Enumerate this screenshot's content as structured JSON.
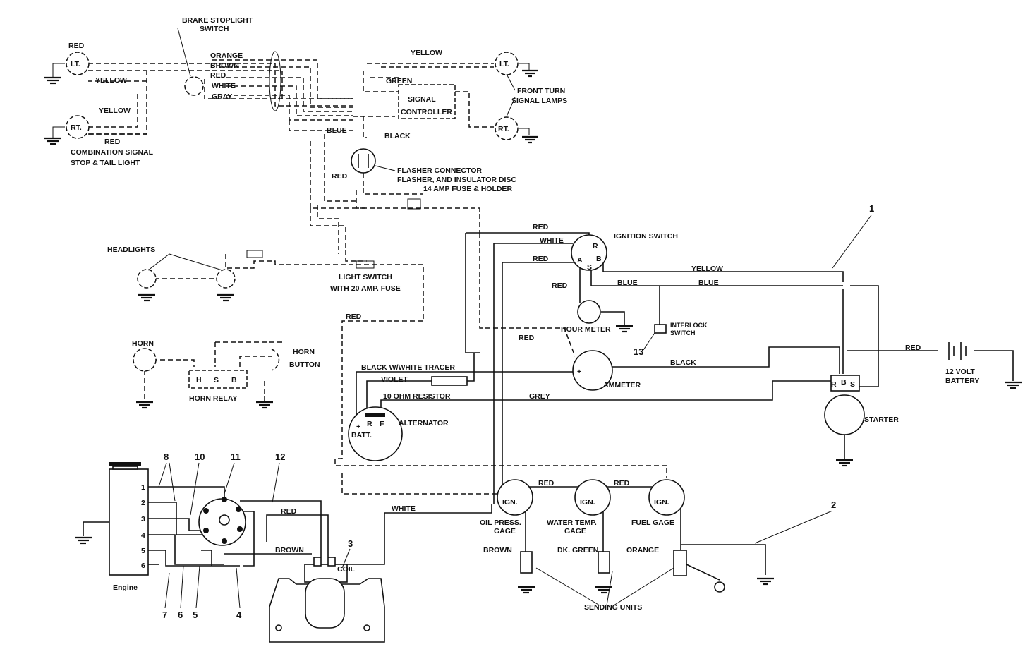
{
  "labels": {
    "brake_switch": "BRAKE STOPLIGHT",
    "brake_switch_2": "SWITCH",
    "red_lt": "RED",
    "lt_left": "LT.",
    "yellow_left_1": "YELLOW",
    "rt_left": "RT.",
    "yellow_left_2": "YELLOW",
    "red_rt": "RED",
    "combo_1": "COMBINATION SIGNAL",
    "combo_2": "STOP & TAIL LIGHT",
    "orange": "ORANGE",
    "brown": "BROWN",
    "red_bundle": "RED",
    "white_bundle": "WHITE",
    "gray_bundle": "GRAY",
    "yellow_top": "YELLOW",
    "green": "GREEN",
    "signal_1": "SIGNAL",
    "signal_2": "CONTROLLER",
    "blue_flasher": "BLUE",
    "black_flasher": "BLACK",
    "lt_right": "LT.",
    "rt_right": "RT.",
    "front_turn_1": "FRONT TURN",
    "front_turn_2": "SIGNAL LAMPS",
    "flasher_1": "FLASHER CONNECTOR",
    "flasher_2": "FLASHER, AND INSULATOR DISC",
    "fuse": "14 AMP FUSE & HOLDER",
    "red_flasher": "RED",
    "headlights": "HEADLIGHTS",
    "light_switch_1": "LIGHT SWITCH",
    "light_switch_2": "WITH 20 AMP. FUSE",
    "red_ls": "RED",
    "horn": "HORN",
    "horn_button_1": "HORN",
    "horn_button_2": "BUTTON",
    "relay_h": "H",
    "relay_s": "S",
    "relay_b": "B",
    "horn_relay": "HORN RELAY",
    "red_ign_top": "RED",
    "white_ign": "WHITE",
    "red_ign_a": "RED",
    "ign_switch": "IGNITION SWITCH",
    "ign_r": "R",
    "ign_a": "A",
    "ign_b": "B",
    "ign_s": "S",
    "yellow_ign": "YELLOW",
    "red_hour": "RED",
    "blue_1": "BLUE",
    "blue_2": "BLUE",
    "hour_meter": "HOUR METER",
    "interlock_1": "INTERLOCK",
    "interlock_2": "SWITCH",
    "red_amm": "RED",
    "black_amm": "BLACK",
    "ammeter": "AMMETER",
    "red_batt": "RED",
    "battery_1": "12 VOLT",
    "battery_2": "BATTERY",
    "black_white": "BLACK W/WHITE TRACER",
    "violet": "VIOLET",
    "resistor": "10 OHM RESISTOR",
    "grey": "GREY",
    "alt_r": "R",
    "alt_f": "F",
    "alt_batt": "BATT.",
    "alternator": "ALTERNATOR",
    "starter_r": "R",
    "starter_b": "B",
    "starter_s": "S",
    "starter": "STARTER",
    "red_gage_1": "RED",
    "red_gage_2": "RED",
    "ign_g1": "IGN.",
    "ign_g2": "IGN.",
    "ign_g3": "IGN.",
    "oil_1": "OIL PRESS.",
    "oil_2": "GAGE",
    "water_1": "WATER TEMP.",
    "water_2": "GAGE",
    "fuel": "FUEL GAGE",
    "brown_send": "BROWN",
    "dkgreen_send": "DK. GREEN",
    "orange_send": "ORANGE",
    "sending": "SENDING UNITS",
    "white_coil": "WHITE",
    "red_coil": "RED",
    "brown_coil": "BROWN",
    "coil": "COIL",
    "engine": "Engine",
    "e1": "1",
    "e2": "2",
    "e3": "3",
    "e4": "4",
    "e5": "5",
    "e6": "6",
    "n1": "1",
    "n2": "2",
    "n3": "3",
    "n4": "4",
    "n5": "5",
    "n6": "6",
    "n7": "7",
    "n8": "8",
    "n10": "10",
    "n11": "11",
    "n12": "12",
    "n13": "13"
  }
}
